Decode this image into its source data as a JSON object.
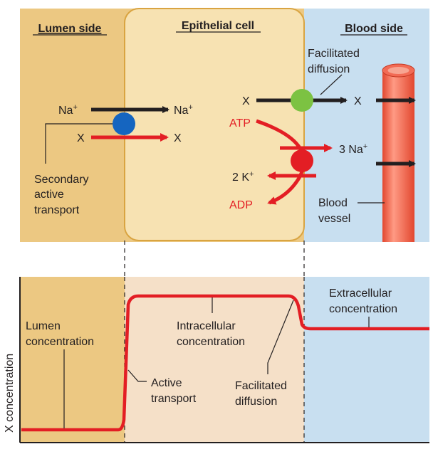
{
  "headers": {
    "lumen": "Lumen side",
    "cell": "Epithelial cell",
    "blood": "Blood side"
  },
  "top": {
    "na_in": "Na",
    "na_out": "Na",
    "plus": "+",
    "x_in": "X",
    "x_out": "X",
    "x_cell": "X",
    "x_blood": "X",
    "secondary_l1": "Secondary",
    "secondary_l2": "active",
    "secondary_l3": "transport",
    "facilitated_l1": "Facilitated",
    "facilitated_l2": "diffusion",
    "atp": "ATP",
    "adp": "ADP",
    "k": "2 K",
    "na3": "3 Na",
    "blood_l1": "Blood",
    "blood_l2": "vessel"
  },
  "bottom": {
    "ylabel": "X concentration",
    "lumen_l1": "Lumen",
    "lumen_l2": "concentration",
    "intra_l1": "Intracellular",
    "intra_l2": "concentration",
    "extra_l1": "Extracellular",
    "extra_l2": "concentration",
    "active_l1": "Active",
    "active_l2": "transport",
    "fd_l1": "Facilitated",
    "fd_l2": "diffusion"
  },
  "colors": {
    "lumen_bg": "#ecc882",
    "cell_bg": "#f7e2b2",
    "blood_bg": "#c8dff0",
    "plot_cell_bg": "#f5e0c8",
    "red": "#e31e24",
    "blue": "#1565c0",
    "green": "#7cc242",
    "vessel": "#f26b55"
  }
}
